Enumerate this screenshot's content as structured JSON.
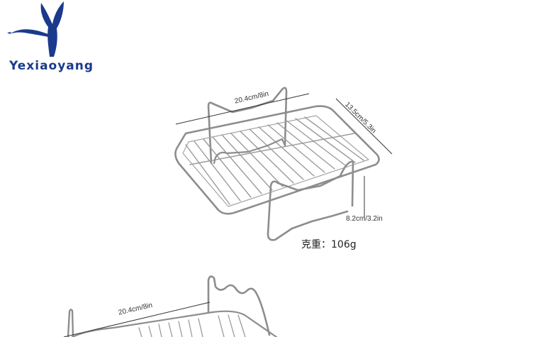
{
  "brand": {
    "name": "Yexiaoyang",
    "color": "#1b3a8c"
  },
  "product_1": {
    "width_label": "20.4cm/8in",
    "depth_label": "13.5cm/5.3in",
    "height_label": "8.2cm/3.2in",
    "weight_label": "克重：106g"
  },
  "product_2": {
    "width_label": "20.4cm/8in"
  }
}
